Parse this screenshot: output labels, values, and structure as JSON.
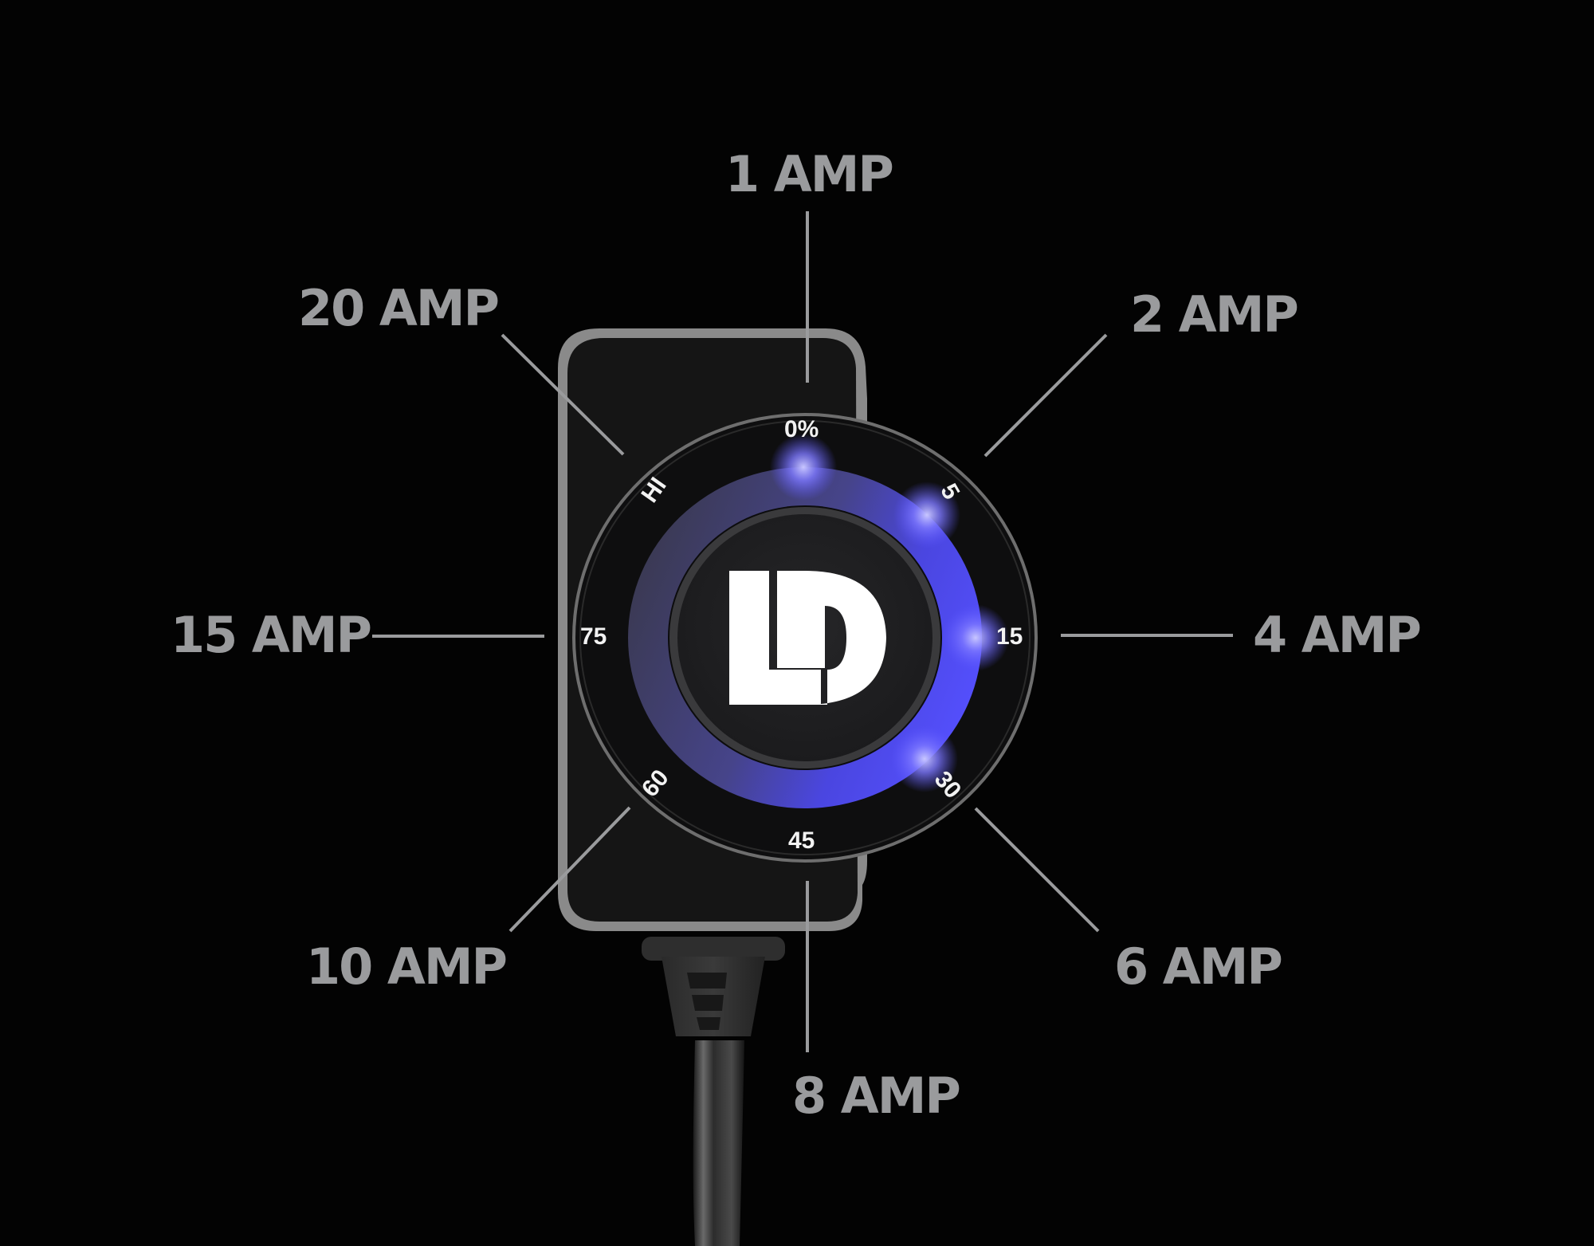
{
  "product": {
    "name": "dimmer-controller-knob",
    "logo_text": "LD",
    "led_color": "#5a55ff",
    "label_color": "#9a9b9d"
  },
  "dial": {
    "markings": [
      {
        "id": "0",
        "label": "0%"
      },
      {
        "id": "5",
        "label": "5"
      },
      {
        "id": "15",
        "label": "15"
      },
      {
        "id": "30",
        "label": "30"
      },
      {
        "id": "45",
        "label": "45"
      },
      {
        "id": "60",
        "label": "60"
      },
      {
        "id": "75",
        "label": "75"
      },
      {
        "id": "hi",
        "label": "HI"
      }
    ]
  },
  "callouts": [
    {
      "position": "top",
      "label": "1 AMP",
      "marking": "0%"
    },
    {
      "position": "top-right",
      "label": "2 AMP",
      "marking": "5"
    },
    {
      "position": "right",
      "label": "4 AMP",
      "marking": "15"
    },
    {
      "position": "bottom-right",
      "label": "6 AMP",
      "marking": "30"
    },
    {
      "position": "bottom",
      "label": "8 AMP",
      "marking": "45"
    },
    {
      "position": "bottom-left",
      "label": "10 AMP",
      "marking": "60"
    },
    {
      "position": "left",
      "label": "15 AMP",
      "marking": "75"
    },
    {
      "position": "top-left",
      "label": "20 AMP",
      "marking": "HI"
    }
  ]
}
